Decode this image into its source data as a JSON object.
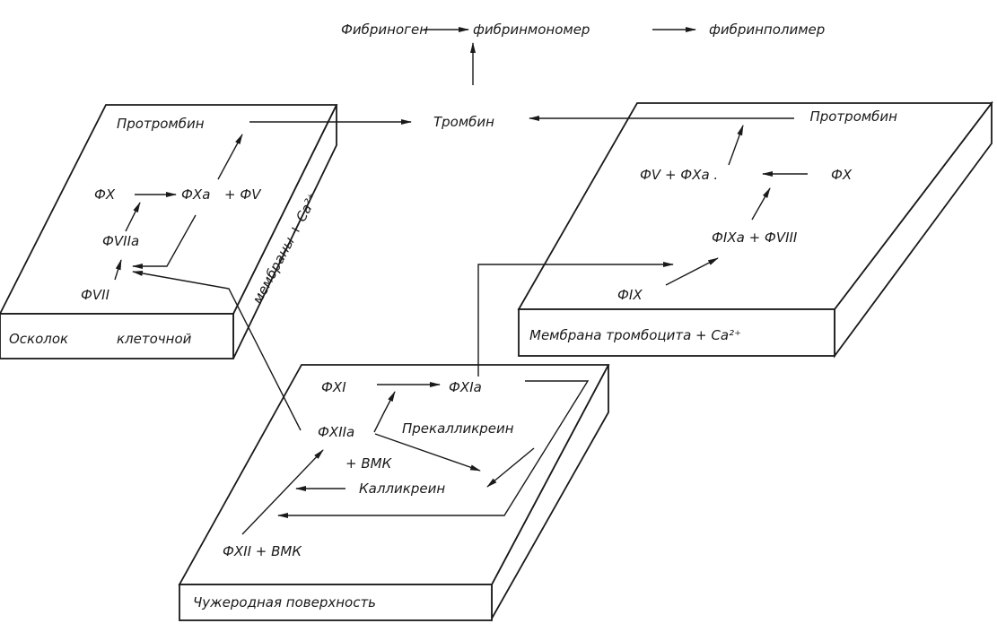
{
  "top_chain": {
    "fibrinogen": "Фибриноген",
    "fibrin_monomer": "фибринмономер",
    "fibrin_polymer": "фибринполимер"
  },
  "thrombin": "Тромбин",
  "cell_fragment_box": {
    "prothrombin": "Протромбин",
    "fx": "ФX",
    "fxa": "ФXa",
    "plus_fv": "+ ФV",
    "fviia": "ФVIIa",
    "fvii": "ФVII",
    "side_label": "мембраны + Ca²⁺",
    "front_label_1": "Осколок",
    "front_label_2": "клеточной"
  },
  "platelet_box": {
    "prothrombin": "Протромбин",
    "fv_fxa": "ФV  +  ФXa .",
    "fx": "ФX",
    "fixa_fviii": "ФIXa  + ФVIII",
    "fix": "ФIX",
    "front_label": "Мембрана тромбоцита + Ca²⁺"
  },
  "foreign_surface_box": {
    "fxi": "ФXI",
    "fxia": "ФXIa",
    "fxiia": "ФXIIa",
    "prekallikrein": "Прекалликреин",
    "plus_hmk": "+ ВМК",
    "kallikrein": "Калликреин",
    "fxii_hmk": "ФXII   +   ВМК",
    "front_label": "Чужеродная поверхность"
  }
}
